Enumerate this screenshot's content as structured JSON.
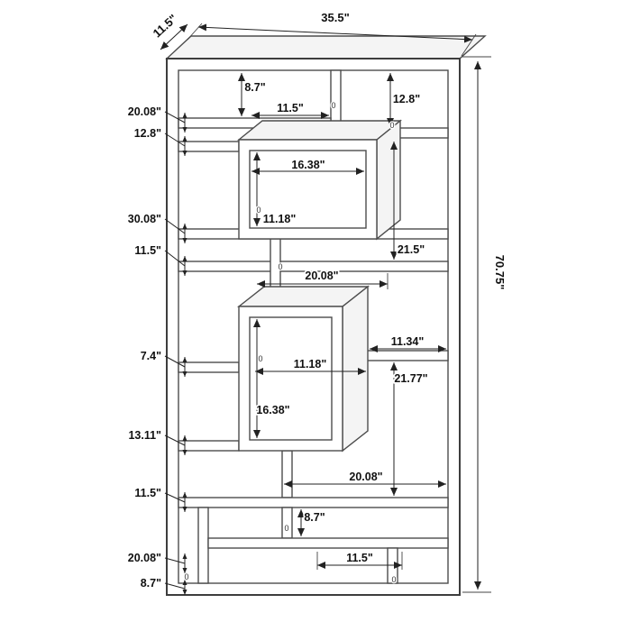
{
  "dimensions": {
    "depth": "11.5\"",
    "width": "35.5\"",
    "height": "70.75\"",
    "left": [
      "20.08\"",
      "12.8\"",
      "30.08\"",
      "11.5\"",
      "7.4\"",
      "13.11\"",
      "11.5\"",
      "20.08\"",
      "8.7\""
    ],
    "interior": {
      "top_left_height": "8.7\"",
      "top_center_width": "11.5\"",
      "top_right_height": "12.8\"",
      "upper_box_width": "16.38\"",
      "upper_box_height": "11.18\"",
      "upper_right_height": "21.5\"",
      "middle_width": "20.08\"",
      "middle_right_width": "11.34\"",
      "lower_box_width": "11.18\"",
      "lower_right_height": "21.77\"",
      "lower_box_height": "16.38\"",
      "lower_width": "20.08\"",
      "bottom_left_height": "8.7\"",
      "bottom_width": "11.5\""
    },
    "zero_mark": "0"
  }
}
